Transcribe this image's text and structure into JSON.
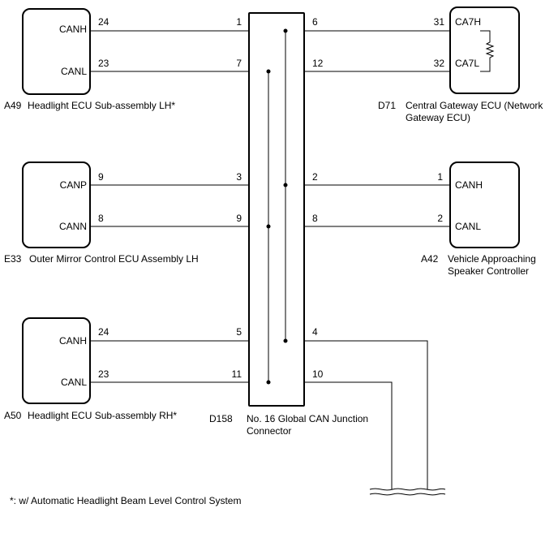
{
  "footnote": "*: w/ Automatic Headlight Beam Level Control System",
  "junction": {
    "code": "D158",
    "name_line1": "No. 16 Global CAN Junction",
    "name_line2": "Connector",
    "left_pins": [
      "1",
      "7",
      "3",
      "9",
      "5",
      "11"
    ],
    "right_pins": [
      "6",
      "12",
      "2",
      "8",
      "4",
      "10"
    ]
  },
  "components": {
    "a49": {
      "code": "A49",
      "name": "Headlight ECU Sub-assembly LH*",
      "signals": [
        "CANH",
        "CANL"
      ],
      "pins": [
        "24",
        "23"
      ]
    },
    "e33": {
      "code": "E33",
      "name": "Outer Mirror Control ECU Assembly LH",
      "signals": [
        "CANP",
        "CANN"
      ],
      "pins": [
        "9",
        "8"
      ]
    },
    "a50": {
      "code": "A50",
      "name": "Headlight ECU Sub-assembly RH*",
      "signals": [
        "CANH",
        "CANL"
      ],
      "pins": [
        "24",
        "23"
      ]
    },
    "d71": {
      "code": "D71",
      "name_line1": "Central Gateway ECU (Network",
      "name_line2": "Gateway ECU)",
      "signals": [
        "CA7H",
        "CA7L"
      ],
      "pins": [
        "31",
        "32"
      ]
    },
    "a42": {
      "code": "A42",
      "name_line1": "Vehicle Approaching",
      "name_line2": "Speaker Controller",
      "signals": [
        "CANH",
        "CANL"
      ],
      "pins": [
        "1",
        "2"
      ]
    }
  }
}
